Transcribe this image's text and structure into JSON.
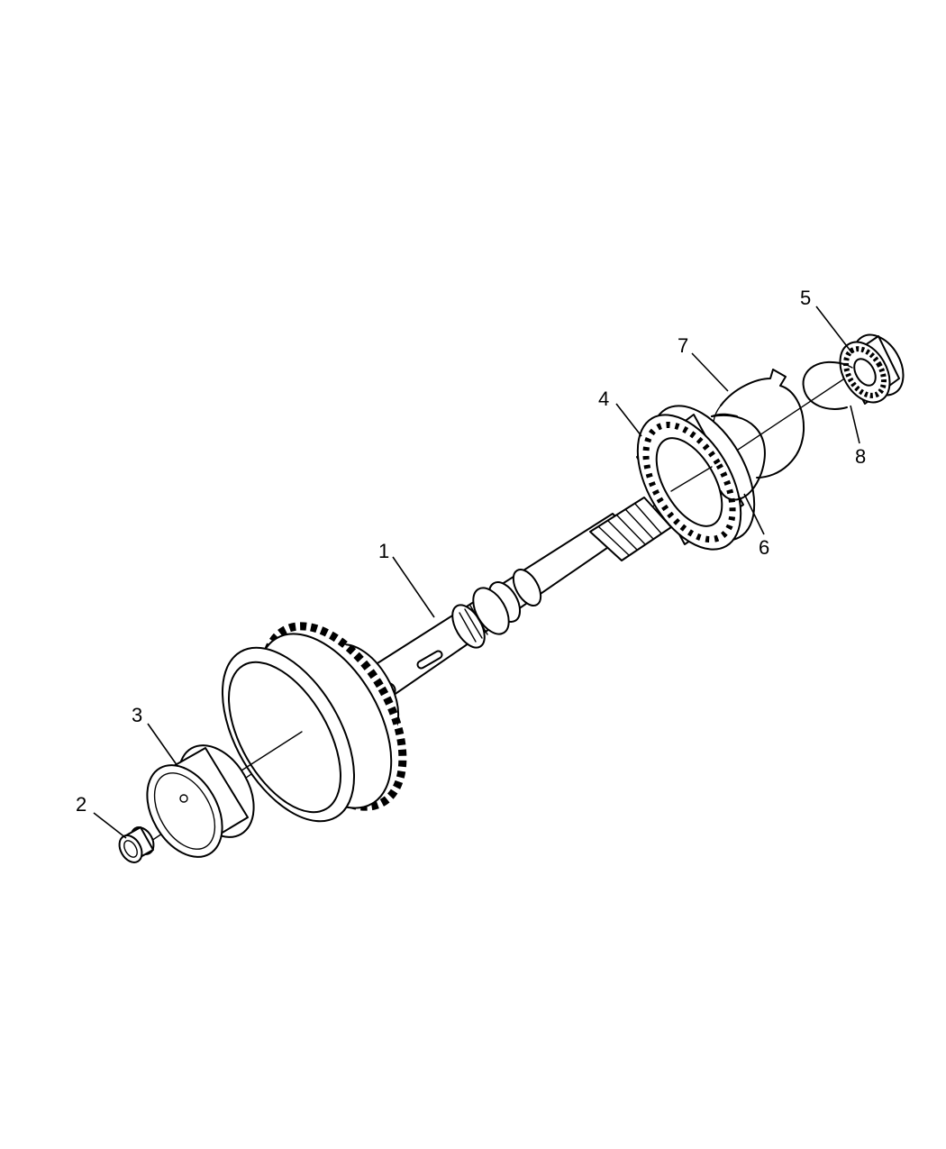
{
  "diagram": {
    "callouts": [
      {
        "id": "1",
        "label": "1"
      },
      {
        "id": "2",
        "label": "2"
      },
      {
        "id": "3",
        "label": "3"
      },
      {
        "id": "4",
        "label": "4"
      },
      {
        "id": "5",
        "label": "5"
      },
      {
        "id": "6",
        "label": "6"
      },
      {
        "id": "7",
        "label": "7"
      },
      {
        "id": "8",
        "label": "8"
      }
    ],
    "colors": {
      "ink": "#000000",
      "background": "#ffffff"
    }
  }
}
